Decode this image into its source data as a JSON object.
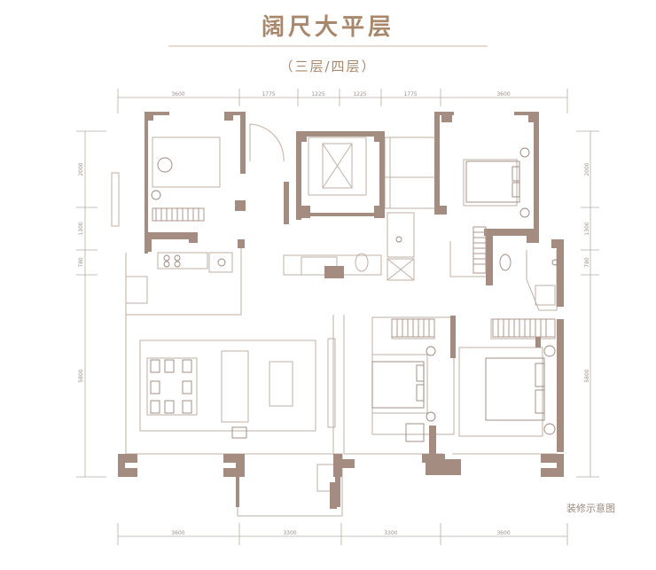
{
  "title": "阔尺大平层",
  "subtitle": "（三层/四层）",
  "caption": "装修示意图",
  "dimensions": {
    "top": [
      "3600",
      "1775",
      "1225",
      "1225",
      "1775",
      "3600"
    ],
    "bottom": [
      "3600",
      "3300",
      "3300",
      "3600"
    ],
    "left": [
      "2000",
      "1300",
      "780",
      "5800"
    ],
    "right": [
      "2000",
      "1300",
      "780",
      "5800"
    ]
  },
  "colors": {
    "wall": "#a48d80",
    "line": "#b9aaa1",
    "title": "#a9876b"
  }
}
